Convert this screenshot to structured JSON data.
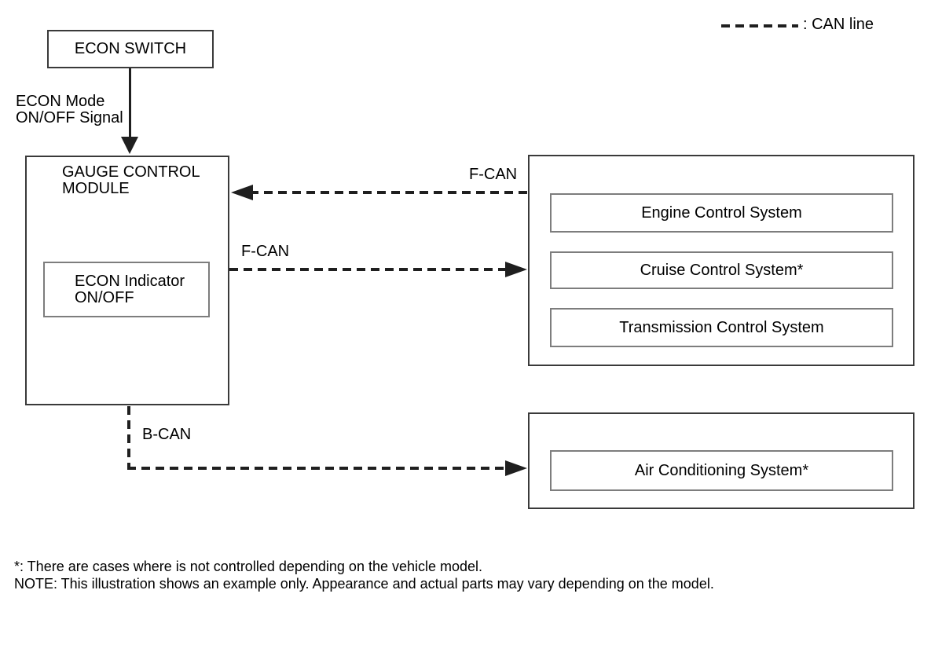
{
  "legend": {
    "can_line_label": ": CAN line"
  },
  "nodes": {
    "econ_switch": {
      "label": "ECON SWITCH"
    },
    "gauge_module": {
      "title_line1": "GAUGE CONTROL",
      "title_line2": "MODULE",
      "indicator_line1": "ECON Indicator",
      "indicator_line2": "ON/OFF"
    },
    "fcan_group": {
      "items": [
        "Engine Control System",
        "Cruise Control System*",
        "Transmission Control System"
      ]
    },
    "bcan_group": {
      "items": [
        "Air Conditioning System*"
      ]
    }
  },
  "edges": {
    "econ_signal_line1": "ECON Mode",
    "econ_signal_line2": "ON/OFF Signal",
    "fcan_to_gauge_label": "F-CAN",
    "fcan_from_gauge_label": "F-CAN",
    "bcan_label": "B-CAN"
  },
  "footnotes": {
    "asterisk": "*: There are cases where is not controlled depending on the vehicle model.",
    "note": "NOTE: This illustration shows an example only. Appearance and actual parts may vary depending on the model."
  },
  "colors": {
    "line": "#1f1f1f",
    "outer_border": "#3a3a3a",
    "inner_border": "#7d7d7d",
    "text": "#000000",
    "background": "#ffffff"
  }
}
